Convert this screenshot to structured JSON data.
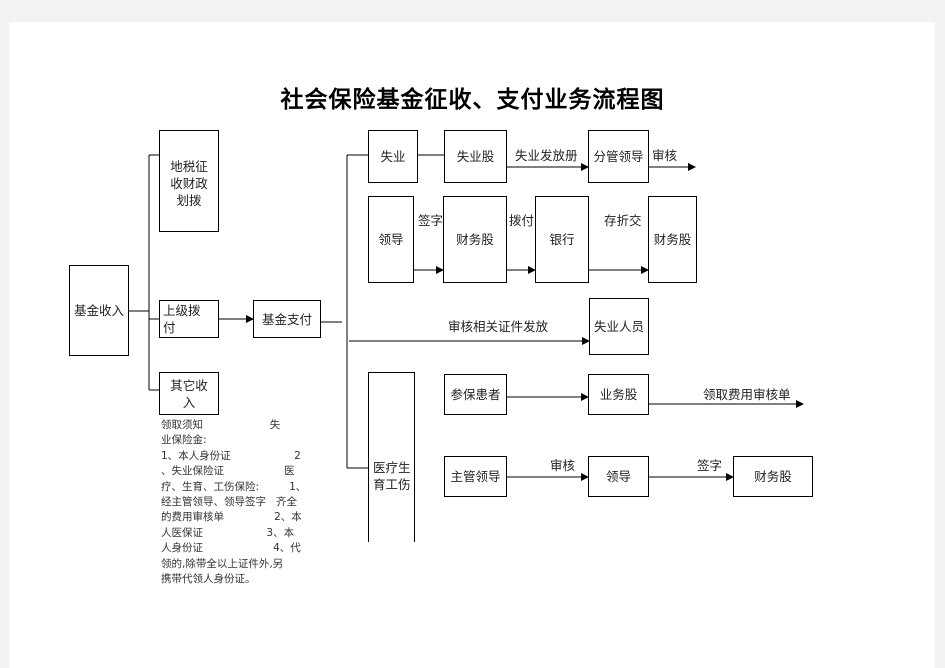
{
  "title": "社会保险基金征收、支付业务流程图",
  "nodes": {
    "fund_income": "基金收入",
    "tax_collect": [
      "地税征",
      "收财政",
      "划拨"
    ],
    "upper_alloc": [
      "上级拨",
      "付"
    ],
    "other_income": [
      "其它收",
      "入"
    ],
    "fund_payment": "基金支付",
    "unemployment": "失业",
    "unemp_unit": "失业股",
    "branch_leader": "分管领导",
    "leader": "领导",
    "finance_1": "财务股",
    "bank": "银行",
    "finance_2": "财务股",
    "unemployed": "失业人员",
    "medical": [
      "医疗生",
      "育工伤"
    ],
    "insured": "参保患者",
    "business_unit": "业务股",
    "chief_leader": "主管领导",
    "leader_2": "领导",
    "finance_3": "财务股"
  },
  "edge_labels": {
    "unemp_issue": "失业发放册",
    "review_1": "审核",
    "sign_1": "签字",
    "allocate": "拨付",
    "deposit": "存折交",
    "review_certs": "审核相关证件发放",
    "fee_form": "领取费用审核单",
    "review_2": "审核",
    "sign_2": "签字"
  },
  "notes": [
    "领取须知                    失",
    "业保险金:",
    "1、本人身份证                   2",
    "、失业保险证                  医",
    "疗、生育、工伤保险:         1、",
    "经主管领导、领导签字   齐全",
    "的费用审核单               2、本",
    "人医保证                   3、本",
    "人身份证                     4、代",
    "领的,除带全以上证件外,另",
    "携带代领人身份证。"
  ]
}
